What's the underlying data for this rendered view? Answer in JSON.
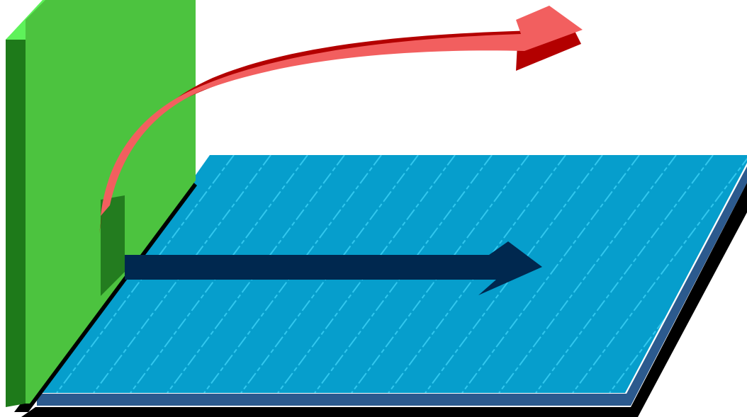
{
  "diagram": {
    "elements": [
      {
        "id": "vertical-panel",
        "kind": "vertical-panel",
        "color": "green"
      },
      {
        "id": "floor-plane",
        "kind": "horizontal-plane",
        "color": "blue",
        "texture": "striped"
      },
      {
        "id": "horizontal-arrow",
        "kind": "straight-arrow",
        "direction": "right",
        "color": "navy"
      },
      {
        "id": "curved-arrow",
        "kind": "curved-arrow",
        "direction": "up-and-right",
        "color": "red"
      }
    ]
  },
  "colors": {
    "panel_face": "#4CC33F",
    "panel_side": "#1E7A1A",
    "panel_top": "#5EF25A",
    "panel_slot": "#237C1F",
    "plane_top": "#069ECC",
    "plane_stripe": "#32C7EE",
    "plane_edge": "#2C5A8E",
    "plane_shadow": "#000000",
    "arrow_horizontal": "#00284F",
    "arrow_curved_light": "#F25F5F",
    "arrow_curved_dark": "#B30000",
    "background": "#FFFFFF"
  }
}
